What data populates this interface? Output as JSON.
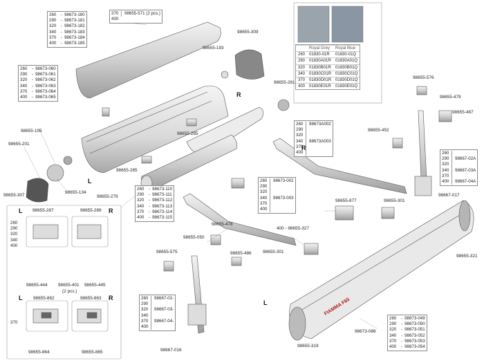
{
  "part_tables": {
    "t180": {
      "sizes": [
        "260",
        "290",
        "320",
        "340",
        "370",
        "400"
      ],
      "codes": [
        "98673-180",
        "98673-181",
        "98673-182",
        "98673-183",
        "98673-184",
        "98673-185"
      ]
    },
    "t060": {
      "sizes": [
        "260",
        "290",
        "320",
        "340",
        "370",
        "400"
      ],
      "codes": [
        "98673-060",
        "98673-061",
        "98673-062",
        "98673-063",
        "98673-064",
        "98673-065"
      ]
    },
    "t110": {
      "sizes": [
        "260",
        "290",
        "320",
        "340",
        "370",
        "400"
      ],
      "codes": [
        "98673-110",
        "98673-111",
        "98673-112",
        "98673-113",
        "98673-114",
        "98673-115"
      ]
    },
    "t049": {
      "sizes": [
        "260",
        "290",
        "320",
        "340",
        "370",
        "400"
      ],
      "codes": [
        "98673-049",
        "98673-050",
        "98673-051",
        "98673-052",
        "98673-053",
        "98673-054"
      ]
    },
    "t571": {
      "sizes": [
        "370",
        "400"
      ],
      "code": "98655-571 (2 pcs.)"
    },
    "tA002": {
      "sizes": [
        "260",
        "290",
        "320",
        "340",
        "370",
        "400"
      ],
      "code_a": "98673A002",
      "code_b": "98673A003"
    },
    "t002": {
      "sizes": [
        "260",
        "290",
        "320",
        "340",
        "370",
        "400"
      ],
      "code_a": "98673-002",
      "code_b": "98673-003"
    },
    "t02A": {
      "sizes": [
        "260",
        "290",
        "320",
        "340",
        "370",
        "400"
      ],
      "codes": [
        "98667-02A",
        "98667-03A",
        "98667-04A"
      ]
    },
    "t067": {
      "sizes": [
        "260",
        "290",
        "320",
        "340",
        "370",
        "400"
      ],
      "codes": [
        "98667-02-",
        "98667-03-",
        "98667-04-"
      ]
    },
    "ll_sizes": [
      "260",
      "290",
      "320",
      "340",
      "400"
    ],
    "ll_370": "370"
  },
  "fabric": {
    "headers": [
      "Royal Grey",
      "Royal Blue"
    ],
    "rows": [
      [
        "260",
        "01830-01R",
        "01830-01Q"
      ],
      [
        "290",
        "01830A01R",
        "01830A01Q"
      ],
      [
        "320",
        "01830B01R",
        "01830B01Q"
      ],
      [
        "340",
        "01830C01R",
        "01830C01Q"
      ],
      [
        "370",
        "01830D01R",
        "01830D01Q"
      ],
      [
        "400",
        "01830E01R",
        "01830E01Q"
      ]
    ],
    "swatch_colors": [
      "#9aa4ac",
      "#8a96a4"
    ]
  },
  "labels": {
    "p309": "98655-309",
    "p193": "98655-193",
    "p281": "98655-281",
    "p195": "98655-195",
    "p201": "98655-201",
    "p285a": "98655-285",
    "p285b": "98655-285",
    "p307": "98655-307",
    "p134": "98655-134",
    "p279": "98655-279",
    "p576": "98655-576",
    "p479": "98655-479",
    "p487": "98655-487",
    "p452": "98655-452",
    "p017": "98667-017",
    "p877": "98655-877",
    "p301a": "98655-301",
    "p327": "400 - 98655-327",
    "p301b": "98655-301",
    "p321": "98655-321",
    "p050": "98655-050",
    "p478": "98655-478",
    "p486": "98655-486",
    "p575": "98655-575",
    "p016": "98667-016",
    "p086": "98673-086",
    "p319": "98655-319",
    "p287": "98655-287",
    "p289": "98655-289",
    "p444": "98655-444",
    "p401": "98655-401",
    "p401b": "(2 pcs.)",
    "p445": "98655-445",
    "p862": "98655-862",
    "p863": "98655-863",
    "p864": "98655-864",
    "p865": "98655-865"
  },
  "sides": {
    "R": "R",
    "L": "L"
  },
  "brand": "FIAMMA F65"
}
